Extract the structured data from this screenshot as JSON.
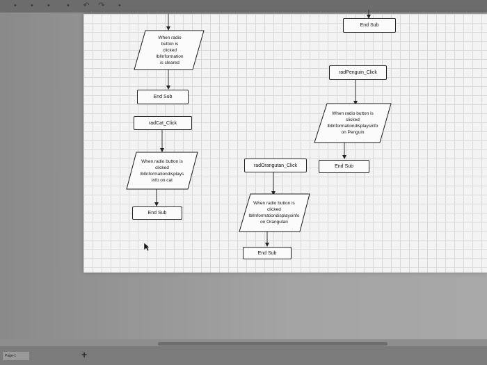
{
  "flowchart": {
    "terminators": [
      {
        "id": "end_sub_top_right",
        "label": "End Sub"
      },
      {
        "id": "rad_penguin_click",
        "label": "radPenguin_Click"
      },
      {
        "id": "end_sub_1",
        "label": "End Sub"
      },
      {
        "id": "rad_cat_click",
        "label": "radCat_Click"
      },
      {
        "id": "rad_orangutan_click",
        "label": "radOrangutan_Click"
      },
      {
        "id": "end_sub_penguin",
        "label": "End Sub"
      },
      {
        "id": "end_sub_cat",
        "label": "End Sub"
      },
      {
        "id": "end_sub_orangutan",
        "label": "End Sub"
      }
    ],
    "io_shapes": [
      {
        "id": "io_cleared",
        "text": "When radio\nbutton is\nclicked\nlblInformation\nis cleared"
      },
      {
        "id": "io_penguin",
        "text": "When radio button is\nclicked\nlblInformationdisplaysinfo\non Penguin"
      },
      {
        "id": "io_cat",
        "text": "When radio button is\nclicked\nlblInformationdisplays\ninfo on cat"
      },
      {
        "id": "io_orangutan",
        "text": "When radio button is\nclicked\nlblInformationdisplaysinfo\non Orangutan"
      }
    ]
  },
  "bottom_bar": {
    "page_tab": "Page-1",
    "add_page": "+"
  }
}
